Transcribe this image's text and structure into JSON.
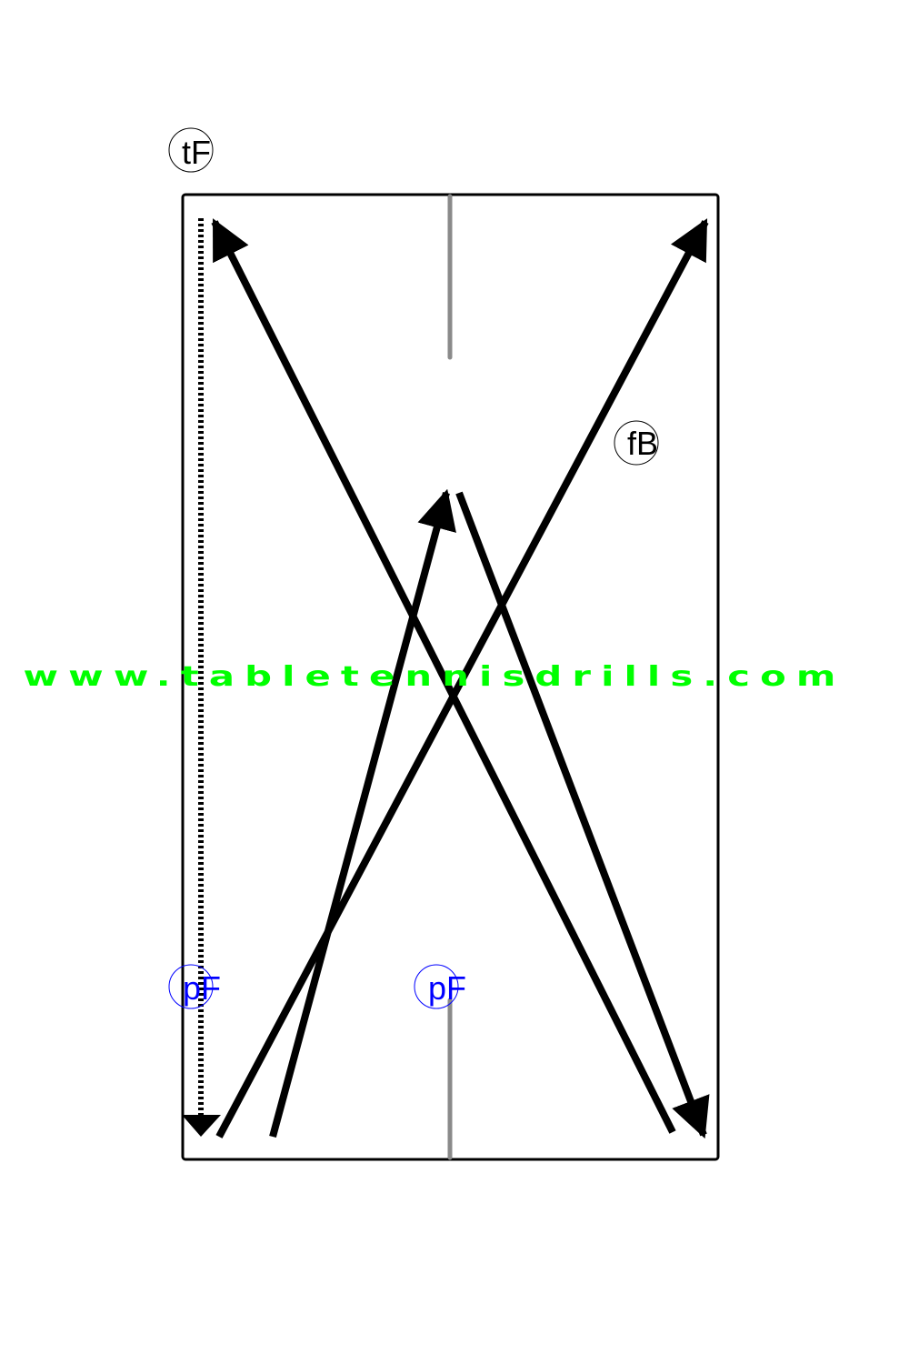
{
  "colors": {
    "background": "#ffffff",
    "table_border": "#000000",
    "center_line": "#8a8a8a",
    "arrow": "#000000",
    "black_label": "#000000",
    "blue_label": "#0000ff",
    "watermark": "#00ff00"
  },
  "labels": {
    "top_left": "tF",
    "right": "fB",
    "bottom_left": "pF",
    "bottom_center": "pF"
  },
  "watermark": "www.tabletennisdrills.com"
}
